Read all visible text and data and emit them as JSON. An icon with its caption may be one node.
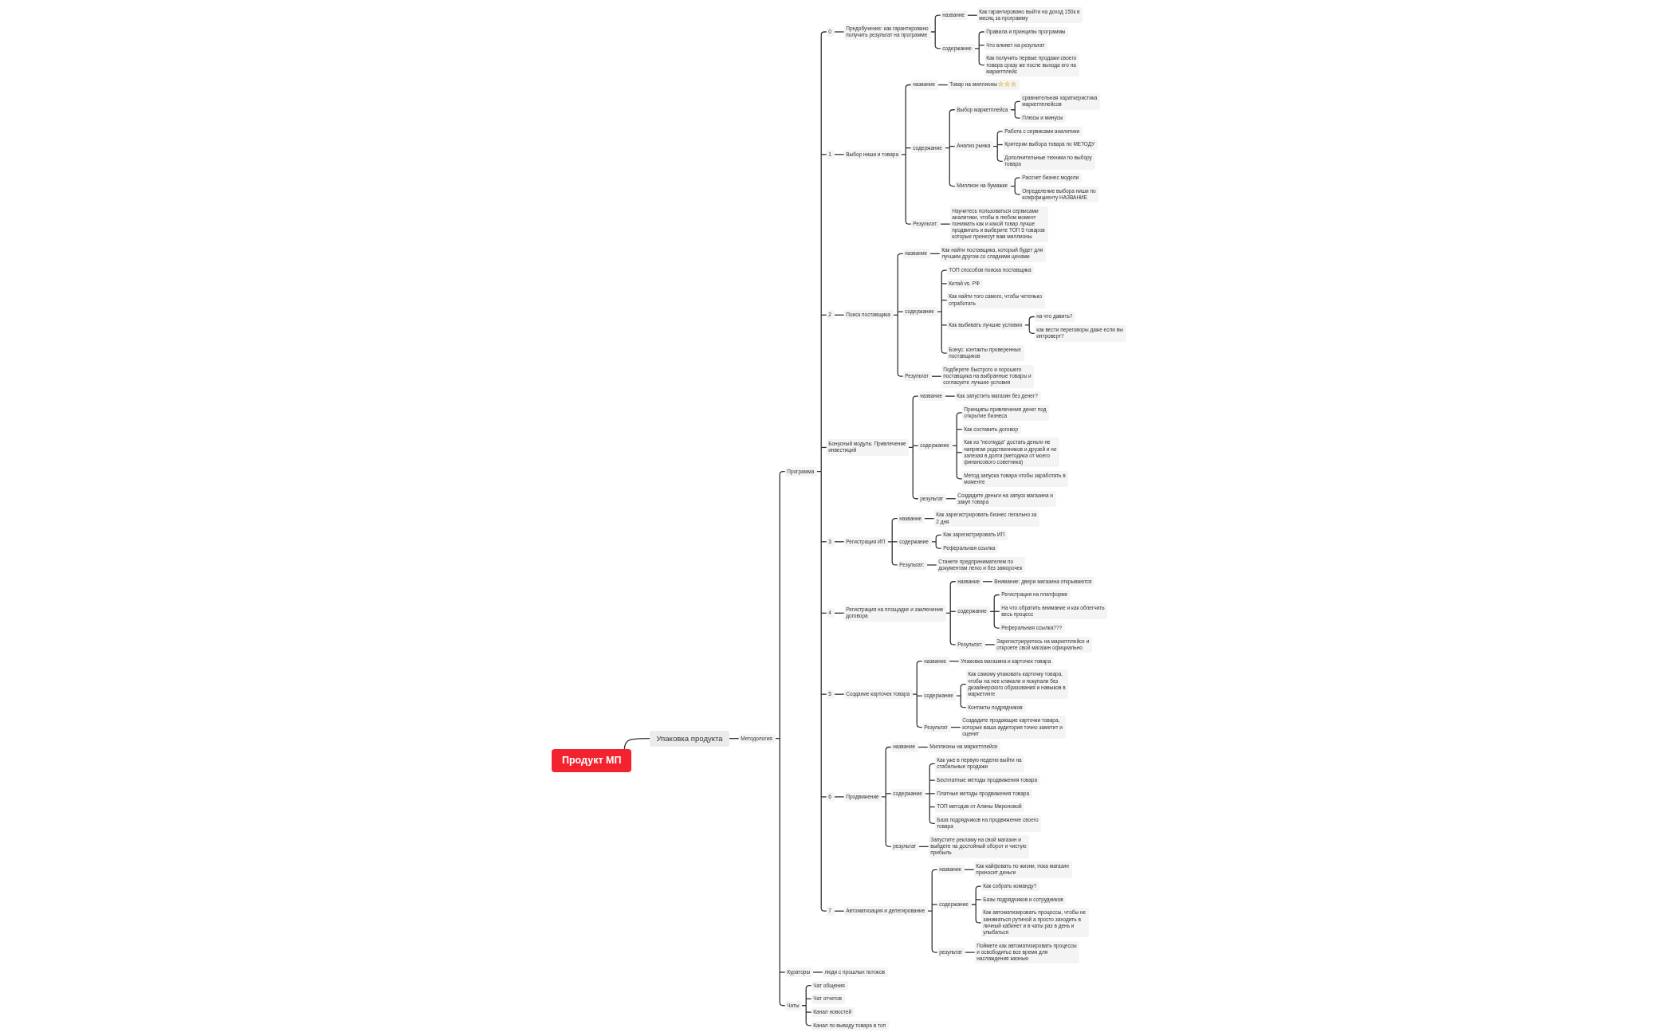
{
  "diagram": {
    "nodes": [
      {
        "text": [
          "Продукт МП"
        ]
      },
      {
        "text": [
          "Упаковка продукта"
        ]
      },
      {
        "text": [
          "Методология"
        ]
      },
      {
        "text": [
          "Программа"
        ]
      },
      {
        "text": [
          "0"
        ]
      },
      {
        "text": [
          "Предобучение: как гарантировано получить результат на программе"
        ]
      },
      {
        "text": [
          "название"
        ]
      },
      {
        "text": [
          "Как гарантировано выйти на доход 150к в месяц за программу"
        ]
      },
      {
        "text": [
          "содержание"
        ]
      },
      {
        "text": [
          "Правила и принципы программы"
        ]
      },
      {
        "text": [
          "Что влияет на результат"
        ]
      },
      {
        "text": [
          "Как получить первые продажи своего товара сразу же после выхода его на маркетплейс"
        ]
      },
      {
        "text": [
          "1"
        ]
      },
      {
        "text": [
          "Выбор ниши и товара"
        ]
      },
      {
        "text": [
          "название"
        ]
      },
      {
        "text": [
          "Товар на миллионы"
        ]
      },
      {
        "text": [
          "содержание"
        ]
      },
      {
        "text": [
          "Выбор маркетплейса"
        ]
      },
      {
        "text": [
          "сравнительная хараткеристика маркетпплейсов"
        ]
      },
      {
        "text": [
          "Плюсы и минусы"
        ]
      },
      {
        "text": [
          "Анализ рынка"
        ]
      },
      {
        "text": [
          "Работа с сервисами аналитики"
        ]
      },
      {
        "text": [
          "Критерии выбора товара по МЕТОДУ"
        ]
      },
      {
        "text": [
          "Дополнительные техники по выбору товара"
        ]
      },
      {
        "text": [
          "Миллион на бумажке"
        ]
      },
      {
        "text": [
          "Рассчет бизнес модели"
        ]
      },
      {
        "text": [
          "Определение выбора ниши по коэффициенту НАЗВАНИЕ"
        ]
      },
      {
        "text": [
          "Результат:"
        ]
      },
      {
        "text": [
          "Научитесь пользоваться сервисами аналитики, чтобы в любом момент понимать как и какой товар лучше продвигать и выберите ТОП 5 товаров которые принесут вам миллионы"
        ]
      },
      {
        "text": [
          "2"
        ]
      },
      {
        "text": [
          "Поиск поставщика"
        ]
      },
      {
        "text": [
          "название"
        ]
      },
      {
        "text": [
          "Как найти поставщика, который будет для лучшим другом со сладкими ценами"
        ]
      },
      {
        "text": [
          "содержание"
        ]
      },
      {
        "text": [
          "ТОП способов поиска поставщика"
        ]
      },
      {
        "text": [
          "Китай vs. РФ"
        ]
      },
      {
        "text": [
          "Как найти того самого, чтобы четенько отработать"
        ]
      },
      {
        "text": [
          "Как выбивать лучшие условия"
        ]
      },
      {
        "text": [
          "на что давить?"
        ]
      },
      {
        "text": [
          "как вести переговоры даже если вы интроверт?"
        ]
      },
      {
        "text": [
          "Бонус: контакты проверенных поставщиков"
        ]
      },
      {
        "text": [
          "Результат"
        ]
      },
      {
        "text": [
          "Подберете быстрого и хорошего поставщика на выбранные товары и согласуете лучшие условия"
        ]
      },
      {
        "text": [
          "Бонусный модуль: Привлечение инвестиций"
        ]
      },
      {
        "text": [
          "название"
        ]
      },
      {
        "text": [
          "Как запустить магазин без денег?"
        ]
      },
      {
        "text": [
          "содержание"
        ]
      },
      {
        "text": [
          "Принципы привлечения денег под открытие бизнеса"
        ]
      },
      {
        "text": [
          "Как составить договор"
        ]
      },
      {
        "text": [
          "Как из \"неоткуда\" достать деньги не напрягая родственников и друзей и не залезая в долги (методика от моего финансового советника)"
        ]
      },
      {
        "text": [
          "Метод запуска товара чтобы заработать в моменте"
        ]
      },
      {
        "text": [
          "результат"
        ]
      },
      {
        "text": [
          "Создадите деньги на запуск магазина и закуп товара"
        ]
      },
      {
        "text": [
          "3"
        ]
      },
      {
        "text": [
          "Регистрация ИП"
        ]
      },
      {
        "text": [
          "название"
        ]
      },
      {
        "text": [
          "Как зарегистрировать бизнес легально за 2 дня"
        ]
      },
      {
        "text": [
          "содержание"
        ]
      },
      {
        "text": [
          "Как зарегистрировать ИП"
        ]
      },
      {
        "text": [
          "Реферальная ссылка"
        ]
      },
      {
        "text": [
          "Результат:"
        ]
      },
      {
        "text": [
          "Станете предпринимателем по документам легко и без заморочек"
        ]
      },
      {
        "text": [
          "4"
        ]
      },
      {
        "text": [
          "Регистрация на площадке и заключение договора"
        ]
      },
      {
        "text": [
          "название"
        ]
      },
      {
        "text": [
          "Внимание: двери магазина открываются"
        ]
      },
      {
        "text": [
          "содержание"
        ]
      },
      {
        "text": [
          "Регистрация на платформе"
        ]
      },
      {
        "text": [
          "На что обратить внимание и как облегчить весь процесс"
        ]
      },
      {
        "text": [
          "Реферальная ссылка???"
        ]
      },
      {
        "text": [
          "Результат:"
        ]
      },
      {
        "text": [
          "Зарегистрируетесь на маркетплейсе и откроете свой магазин официально"
        ]
      },
      {
        "text": [
          "5"
        ]
      },
      {
        "text": [
          "Создание карточек товара"
        ]
      },
      {
        "text": [
          "название"
        ]
      },
      {
        "text": [
          "Упаковка магазина и карточек товара"
        ]
      },
      {
        "text": [
          "содержание"
        ]
      },
      {
        "text": [
          "Как самому упаковать карточку товара, чтобы на нее кликали и покупали без дизайнерского образования и навыков в маркетинге"
        ]
      },
      {
        "text": [
          "Контакты подрядчиков"
        ]
      },
      {
        "text": [
          "Результат"
        ]
      },
      {
        "text": [
          "Создадите продающие карточки товара, которые ваша аудитория точно заметит и оценит"
        ]
      },
      {
        "text": [
          "6"
        ]
      },
      {
        "text": [
          "Продвижение"
        ]
      },
      {
        "text": [
          "название"
        ]
      },
      {
        "text": [
          "Миллионы на маркетплейсе"
        ]
      },
      {
        "text": [
          "содержание"
        ]
      },
      {
        "text": [
          "Как уже в первую неделю выйти на стабильные продажи"
        ]
      },
      {
        "text": [
          "Бесплатные методы продвижения товара"
        ]
      },
      {
        "text": [
          "Платные методы продвижения товара"
        ]
      },
      {
        "text": [
          "ТОП методов от Алины Мироновой"
        ]
      },
      {
        "text": [
          "База подрядчиков на продвижение своего товара"
        ]
      },
      {
        "text": [
          "результат"
        ]
      },
      {
        "text": [
          "Запустите рекламу на свой магазин и выйдете на достойный оборот и чистую прибыль"
        ]
      },
      {
        "text": [
          "7"
        ]
      },
      {
        "text": [
          "Автоматизация и делегирование"
        ]
      },
      {
        "text": [
          "название"
        ]
      },
      {
        "text": [
          "Как кайфовать по жизни, пока магазин приносит деньги"
        ]
      },
      {
        "text": [
          "содержание"
        ]
      },
      {
        "text": [
          "Как собрать команду?"
        ]
      },
      {
        "text": [
          "Базы подрядчиков и сотрудников"
        ]
      },
      {
        "text": [
          "Как автоматизировать процессы, чтобы не заниматься рутиной а просто заходить в личный кабинет и в чаты раз в день и улыбаться"
        ]
      },
      {
        "text": [
          "результат"
        ]
      },
      {
        "text": [
          "Поймете как автоматизировать процессы и освободитьс все время для наслаждения жизнью"
        ]
      },
      {
        "text": [
          "Кураторы"
        ]
      },
      {
        "text": [
          "люди с прошлых потоков"
        ]
      },
      {
        "text": [
          "Чаты"
        ]
      },
      {
        "text": [
          "Чат общения"
        ]
      },
      {
        "text": [
          "Чат отчетов"
        ]
      },
      {
        "text": [
          "Канал новостей"
        ]
      },
      {
        "text": [
          "Канал по выводу товара в топ"
        ]
      }
    ],
    "edges": [
      {
        "from": 0,
        "to": 1,
        "arrow": "none"
      },
      {
        "from": 1,
        "to": 2,
        "arrow": "none"
      },
      {
        "from": 2,
        "to": 3,
        "arrow": "none"
      },
      {
        "from": 3,
        "to": 4,
        "arrow": "none"
      },
      {
        "from": 4,
        "to": 5,
        "arrow": "none"
      },
      {
        "from": 5,
        "to": 6,
        "arrow": "none"
      },
      {
        "from": 6,
        "to": 7,
        "arrow": "none"
      },
      {
        "from": 5,
        "to": 8,
        "arrow": "none"
      },
      {
        "from": 8,
        "to": 9,
        "arrow": "none"
      },
      {
        "from": 8,
        "to": 10,
        "arrow": "none"
      },
      {
        "from": 8,
        "to": 11,
        "arrow": "none"
      },
      {
        "from": 3,
        "to": 12,
        "arrow": "none"
      },
      {
        "from": 12,
        "to": 13,
        "arrow": "none"
      },
      {
        "from": 13,
        "to": 14,
        "arrow": "none"
      },
      {
        "from": 14,
        "to": 15,
        "arrow": "none"
      },
      {
        "from": 13,
        "to": 16,
        "arrow": "none"
      },
      {
        "from": 16,
        "to": 17,
        "arrow": "none"
      },
      {
        "from": 17,
        "to": 18,
        "arrow": "none"
      },
      {
        "from": 17,
        "to": 19,
        "arrow": "none"
      },
      {
        "from": 16,
        "to": 20,
        "arrow": "none"
      },
      {
        "from": 20,
        "to": 21,
        "arrow": "none"
      },
      {
        "from": 20,
        "to": 22,
        "arrow": "none"
      },
      {
        "from": 20,
        "to": 23,
        "arrow": "none"
      },
      {
        "from": 16,
        "to": 24,
        "arrow": "none"
      },
      {
        "from": 24,
        "to": 25,
        "arrow": "none"
      },
      {
        "from": 24,
        "to": 26,
        "arrow": "none"
      },
      {
        "from": 13,
        "to": 27,
        "arrow": "none"
      },
      {
        "from": 27,
        "to": 28,
        "arrow": "none"
      },
      {
        "from": 3,
        "to": 29,
        "arrow": "none"
      },
      {
        "from": 29,
        "to": 30,
        "arrow": "none"
      },
      {
        "from": 30,
        "to": 31,
        "arrow": "none"
      },
      {
        "from": 31,
        "to": 32,
        "arrow": "none"
      },
      {
        "from": 30,
        "to": 33,
        "arrow": "none"
      },
      {
        "from": 33,
        "to": 34,
        "arrow": "none"
      },
      {
        "from": 33,
        "to": 35,
        "arrow": "none"
      },
      {
        "from": 33,
        "to": 36,
        "arrow": "none"
      },
      {
        "from": 33,
        "to": 37,
        "arrow": "none"
      },
      {
        "from": 37,
        "to": 38,
        "arrow": "none"
      },
      {
        "from": 37,
        "to": 39,
        "arrow": "none"
      },
      {
        "from": 33,
        "to": 40,
        "arrow": "none"
      },
      {
        "from": 30,
        "to": 41,
        "arrow": "none"
      },
      {
        "from": 41,
        "to": 42,
        "arrow": "none"
      },
      {
        "from": 3,
        "to": 43,
        "arrow": "none"
      },
      {
        "from": 43,
        "to": 44,
        "arrow": "none"
      },
      {
        "from": 44,
        "to": 45,
        "arrow": "none"
      },
      {
        "from": 43,
        "to": 46,
        "arrow": "none"
      },
      {
        "from": 46,
        "to": 47,
        "arrow": "none"
      },
      {
        "from": 46,
        "to": 48,
        "arrow": "none"
      },
      {
        "from": 46,
        "to": 49,
        "arrow": "none"
      },
      {
        "from": 46,
        "to": 50,
        "arrow": "none"
      },
      {
        "from": 43,
        "to": 51,
        "arrow": "none"
      },
      {
        "from": 51,
        "to": 52,
        "arrow": "none"
      },
      {
        "from": 3,
        "to": 53,
        "arrow": "none"
      },
      {
        "from": 53,
        "to": 54,
        "arrow": "none"
      },
      {
        "from": 54,
        "to": 55,
        "arrow": "none"
      },
      {
        "from": 55,
        "to": 56,
        "arrow": "none"
      },
      {
        "from": 54,
        "to": 57,
        "arrow": "none"
      },
      {
        "from": 57,
        "to": 58,
        "arrow": "none"
      },
      {
        "from": 57,
        "to": 59,
        "arrow": "none"
      },
      {
        "from": 54,
        "to": 60,
        "arrow": "none"
      },
      {
        "from": 60,
        "to": 61,
        "arrow": "none"
      },
      {
        "from": 3,
        "to": 62,
        "arrow": "none"
      },
      {
        "from": 62,
        "to": 63,
        "arrow": "none"
      },
      {
        "from": 63,
        "to": 64,
        "arrow": "none"
      },
      {
        "from": 64,
        "to": 65,
        "arrow": "none"
      },
      {
        "from": 63,
        "to": 66,
        "arrow": "none"
      },
      {
        "from": 66,
        "to": 67,
        "arrow": "none"
      },
      {
        "from": 66,
        "to": 68,
        "arrow": "none"
      },
      {
        "from": 66,
        "to": 69,
        "arrow": "none"
      },
      {
        "from": 63,
        "to": 70,
        "arrow": "none"
      },
      {
        "from": 70,
        "to": 71,
        "arrow": "none"
      },
      {
        "from": 3,
        "to": 72,
        "arrow": "none"
      },
      {
        "from": 72,
        "to": 73,
        "arrow": "none"
      },
      {
        "from": 73,
        "to": 74,
        "arrow": "none"
      },
      {
        "from": 74,
        "to": 75,
        "arrow": "none"
      },
      {
        "from": 73,
        "to": 76,
        "arrow": "none"
      },
      {
        "from": 76,
        "to": 77,
        "arrow": "none"
      },
      {
        "from": 76,
        "to": 78,
        "arrow": "none"
      },
      {
        "from": 73,
        "to": 79,
        "arrow": "none"
      },
      {
        "from": 79,
        "to": 80,
        "arrow": "none"
      },
      {
        "from": 3,
        "to": 81,
        "arrow": "none"
      },
      {
        "from": 81,
        "to": 82,
        "arrow": "none"
      },
      {
        "from": 82,
        "to": 83,
        "arrow": "none"
      },
      {
        "from": 83,
        "to": 84,
        "arrow": "none"
      },
      {
        "from": 82,
        "to": 85,
        "arrow": "none"
      },
      {
        "from": 85,
        "to": 86,
        "arrow": "none"
      },
      {
        "from": 85,
        "to": 87,
        "arrow": "none"
      },
      {
        "from": 85,
        "to": 88,
        "arrow": "none"
      },
      {
        "from": 85,
        "to": 89,
        "arrow": "none"
      },
      {
        "from": 85,
        "to": 90,
        "arrow": "none"
      },
      {
        "from": 82,
        "to": 91,
        "arrow": "none"
      },
      {
        "from": 91,
        "to": 92,
        "arrow": "none"
      },
      {
        "from": 3,
        "to": 93,
        "arrow": "none"
      },
      {
        "from": 93,
        "to": 94,
        "arrow": "none"
      },
      {
        "from": 94,
        "to": 95,
        "arrow": "none"
      },
      {
        "from": 95,
        "to": 96,
        "arrow": "none"
      },
      {
        "from": 94,
        "to": 97,
        "arrow": "none"
      },
      {
        "from": 97,
        "to": 98,
        "arrow": "none"
      },
      {
        "from": 97,
        "to": 99,
        "arrow": "none"
      },
      {
        "from": 97,
        "to": 100,
        "arrow": "none"
      },
      {
        "from": 94,
        "to": 101,
        "arrow": "none"
      },
      {
        "from": 101,
        "to": 102,
        "arrow": "none"
      },
      {
        "from": 2,
        "to": 103,
        "arrow": "none"
      },
      {
        "from": 103,
        "to": 104,
        "arrow": "none"
      },
      {
        "from": 2,
        "to": 105,
        "arrow": "none"
      },
      {
        "from": 105,
        "to": 106,
        "arrow": "none"
      },
      {
        "from": 105,
        "to": 107,
        "arrow": "none"
      },
      {
        "from": 105,
        "to": 108,
        "arrow": "none"
      },
      {
        "from": 105,
        "to": 109,
        "arrow": "none"
      }
    ]
  }
}
